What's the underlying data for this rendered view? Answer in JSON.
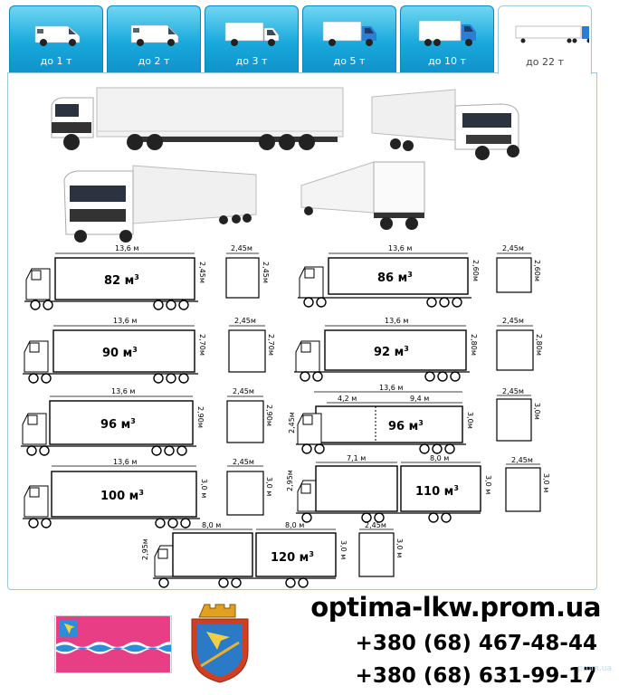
{
  "tabs": [
    {
      "label": "до 1 т",
      "icon": "van-icon"
    },
    {
      "label": "до 2 т",
      "icon": "van-icon"
    },
    {
      "label": "до 3 т",
      "icon": "box-truck-icon"
    },
    {
      "label": "до 5 т",
      "icon": "box-truck-icon"
    },
    {
      "label": "до 10 т",
      "icon": "box-truck-icon"
    },
    {
      "label": "до 22 т",
      "icon": "semi-truck-icon",
      "active": true
    }
  ],
  "colors": {
    "tab_blue": "#19a9dc",
    "truck_cab_blue": "#2a7fd4",
    "flag_pink": "#e83e86",
    "flag_blue": "#2a8fd8"
  },
  "diagrams": [
    {
      "length": "13,6 м",
      "height": "2,45м",
      "volume": "82",
      "unit": "м",
      "sup": "3",
      "cs_width": "2,45м",
      "cs_height": "2,45м"
    },
    {
      "length": "13,6 м",
      "height": "2,60м",
      "volume": "86",
      "unit": "м",
      "sup": "3",
      "cs_width": "2,45м",
      "cs_height": "2,60м"
    },
    {
      "length": "13,6 м",
      "height": "2,70м",
      "volume": "90",
      "unit": "м",
      "sup": "3",
      "cs_width": "2,45м",
      "cs_height": "2,70м"
    },
    {
      "length": "13,6 м",
      "height": "2,80м",
      "volume": "92",
      "unit": "м",
      "sup": "3",
      "cs_width": "2,45м",
      "cs_height": "2,80м"
    },
    {
      "length": "13,6 м",
      "height": "2,90м",
      "volume": "96",
      "unit": "м",
      "sup": "3",
      "cs_width": "2,45м",
      "cs_height": "2,90м"
    },
    {
      "length": "13,6 м",
      "height": "3,0м",
      "front_height": "2,45м",
      "segment1": "4,2 м",
      "segment2": "9,4 м",
      "volume": "96",
      "unit": "м",
      "sup": "3",
      "cs_width": "2,45м",
      "cs_height": "3,0м"
    },
    {
      "length": "13,6 м",
      "height": "3,0 м",
      "volume": "100",
      "unit": "м",
      "sup": "3",
      "cs_width": "2,45м",
      "cs_height": "3,0 м"
    },
    {
      "length1": "7,1 м",
      "length2": "8,0 м",
      "height1": "2,95м",
      "height2": "3,0 м",
      "volume": "110",
      "unit": "м",
      "sup": "3",
      "cs_width": "2,45м",
      "cs_height": "3,0 м"
    },
    {
      "length1": "8,0 м",
      "length2": "8,0 м",
      "height1": "2,95м",
      "height2": "3,0 м",
      "volume": "120",
      "unit": "м",
      "sup": "3",
      "cs_width": "2,45м",
      "cs_height": "3,0 м"
    }
  ],
  "footer": {
    "site": "optima-lkw.prom.ua",
    "phone1": "+380 (68) 467-48-44",
    "phone2": "+380 (68) 631-99-17",
    "watermark": "prom.ua"
  }
}
